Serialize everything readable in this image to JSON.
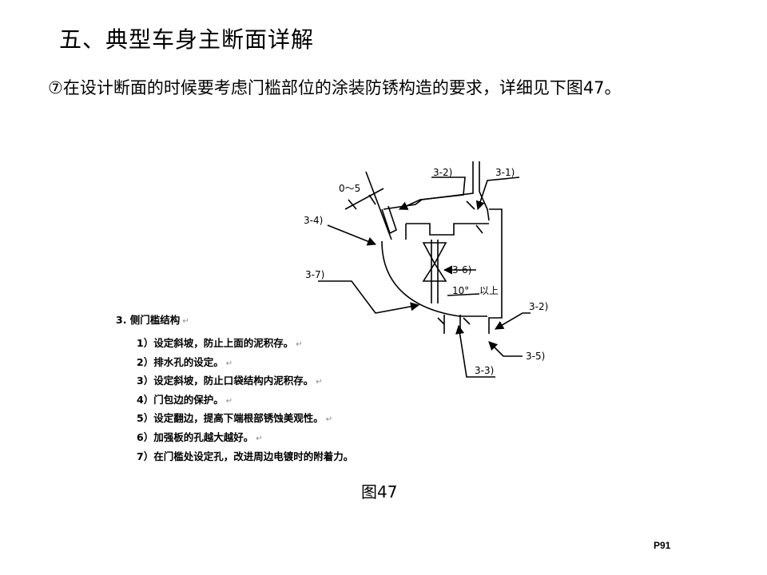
{
  "title": "五、典型车身主断面详解",
  "subtitle": "⑦在设计断面的时候要考虑门槛部位的涂装防锈构造的要求，详细见下图47。",
  "diagram": {
    "labels": {
      "l_0to5": "0～5",
      "l_3_2_top": "3-2)",
      "l_3_1": "3-1)",
      "l_3_4": "3-4)",
      "l_3_6": "3-6)",
      "l_3_7": "3-7)",
      "l_10deg": "10°",
      "l_yishang": "以上",
      "l_3_2_right": "3-2)",
      "l_3_5": "3-5)",
      "l_3_3": "3-3)"
    }
  },
  "list": {
    "heading": "3. 侧门槛结构",
    "items": [
      "1）设定斜坡，防止上面的泥积存。",
      "2）排水孔的设定。",
      "3）设定斜坡，防止口袋结构内泥积存。",
      "4）门包边的保护。",
      "5）设定翻边，提高下端根部锈蚀美观性。",
      "6）加强板的孔越大越好。",
      "7）在门槛处设定孔，改进周边电镀时的附着力。"
    ],
    "return_mark": "↵"
  },
  "caption": "图47",
  "page_number": "P91"
}
